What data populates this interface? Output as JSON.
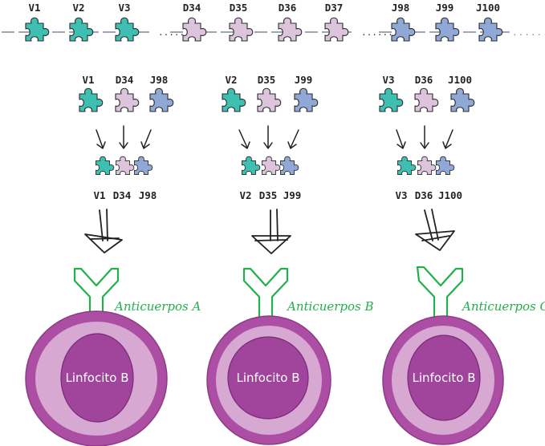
{
  "colors": {
    "v": "#3dbfb1",
    "d": "#dcc4dc",
    "j": "#8fa8d6",
    "edge": "#2c2c2c",
    "antibody": "#22b04a",
    "cell_outer": "#ac4ea4",
    "cell_ring": "#d7a8d2",
    "cell_nucleus": "#a0449c"
  },
  "top_row": {
    "labels": [
      "V1",
      "V2",
      "V3",
      "D34",
      "D35",
      "D36",
      "D37",
      "J98",
      "J99",
      "J100"
    ],
    "dots": "......"
  },
  "groups": [
    {
      "labels": [
        "V1",
        "D34",
        "J98"
      ],
      "combined_labels": [
        "V1",
        "D34",
        "J98"
      ],
      "antibody": "Anticuerpos A",
      "cell": "Linfocito B"
    },
    {
      "labels": [
        "V2",
        "D35",
        "J99"
      ],
      "combined_labels": [
        "V2",
        "D35",
        "J99"
      ],
      "antibody": "Anticuerpos B",
      "cell": "Linfocito B"
    },
    {
      "labels": [
        "V3",
        "D36",
        "J100"
      ],
      "combined_labels": [
        "V3",
        "D36",
        "J100"
      ],
      "antibody": "Anticuerpos C",
      "cell": "Linfocito B"
    }
  ]
}
